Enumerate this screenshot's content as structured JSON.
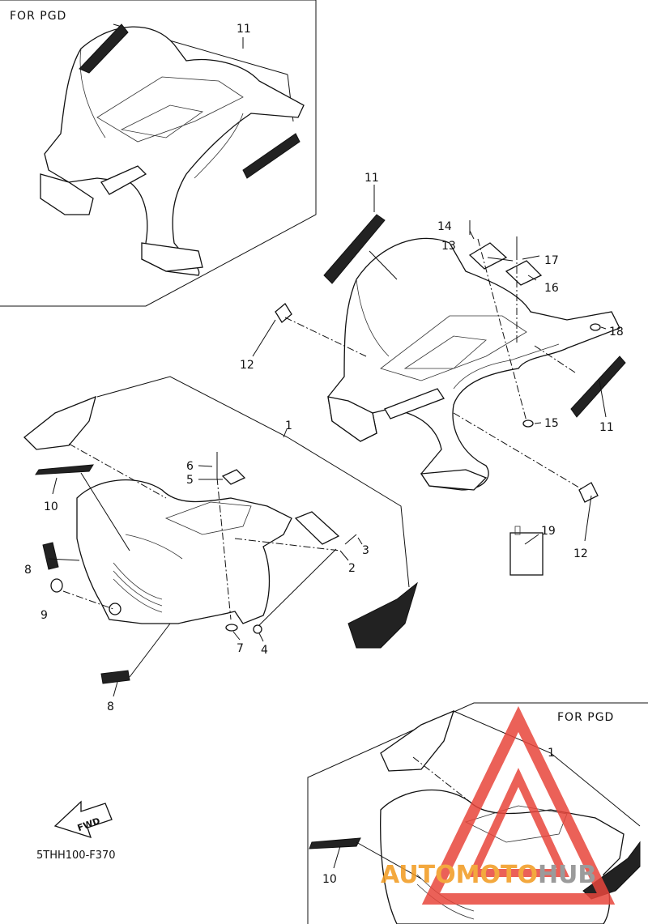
{
  "inset_top": {
    "title": "FOR PGD",
    "callout": "11"
  },
  "inset_bottom": {
    "title": "FOR PGD",
    "callouts": [
      "1",
      "10"
    ]
  },
  "callouts": {
    "c1": "1",
    "c2": "2",
    "c3": "3",
    "c4": "4",
    "c5": "5",
    "c6": "6",
    "c7": "7",
    "c8a": "8",
    "c8b": "8",
    "c9": "9",
    "c10": "10",
    "c11a": "11",
    "c11b": "11",
    "c12a": "12",
    "c12b": "12",
    "c13": "13",
    "c14": "14",
    "c15": "15",
    "c16": "16",
    "c17": "17",
    "c18": "18",
    "c19": "19"
  },
  "fwd_label": "FWD",
  "diagram_code": "5THH100-F370",
  "watermark": {
    "part1": "AUTO",
    "part2": "MOTO",
    "part3": "HUB",
    "colors": {
      "logo": "#e8463c",
      "text_orange": "#f29a1d",
      "text_gray": "#8a8a8a"
    }
  }
}
